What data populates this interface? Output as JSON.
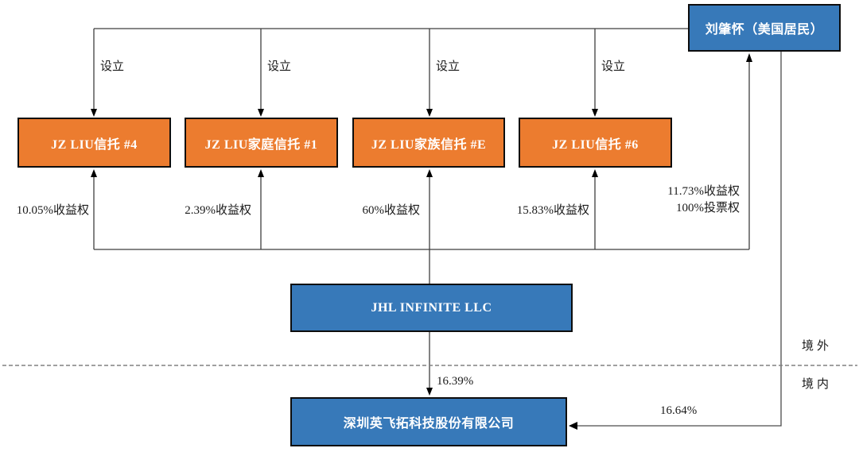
{
  "diagram": {
    "type": "ownership-structure",
    "nodes": {
      "founder": "刘肇怀（美国居民）",
      "trusts": [
        "JZ LIU信托 #4",
        "JZ LIU家庭信托 #1",
        "JZ LIU家族信托 #E",
        "JZ LIU信托 #6"
      ],
      "holding": "JHL INFINITE LLC",
      "listed": "深圳英飞拓科技股份有限公司"
    },
    "edges": {
      "establish_labels": [
        "设立",
        "设立",
        "设立",
        "设立"
      ],
      "beneficial_labels": [
        "10.05%收益权",
        "2.39%收益权",
        "60%收益权",
        "15.83%收益权"
      ],
      "founder_rights_line1": "11.73%收益权",
      "founder_rights_line2": "100%投票权",
      "holding_to_listed_stake": "16.39%",
      "founder_to_listed_stake": "16.64%"
    },
    "regions": {
      "offshore": "境外",
      "onshore": "境内"
    },
    "colors": {
      "box_blue": "#3779b9",
      "box_orange": "#ec7c2f",
      "box_border": "#0d0d0d",
      "line": "#3f3f3f",
      "dashed_divider": "#808080",
      "box_text": "#ffffff",
      "label_text": "#1a1a1a"
    }
  }
}
